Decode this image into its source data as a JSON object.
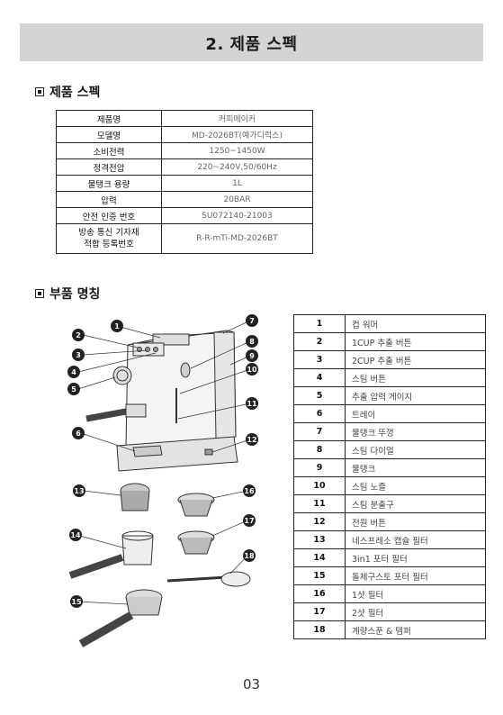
{
  "header": {
    "title": "2. 제품 스펙"
  },
  "spec_section": {
    "title": "제품 스펙"
  },
  "spec_rows": [
    {
      "label": "제품명",
      "value": "커피메이커"
    },
    {
      "label": "모델명",
      "value": "MD-2026BT(예가디럭스)"
    },
    {
      "label": "소비전력",
      "value": "1250~1450W"
    },
    {
      "label": "정격전압",
      "value": "220~240V,50/60Hz"
    },
    {
      "label": "물탱크 용량",
      "value": "1L"
    },
    {
      "label": "압력",
      "value": "20BAR"
    },
    {
      "label": "안전 인증 번호",
      "value": "SU072140-21003"
    },
    {
      "label_line1": "방송 통신 기자재",
      "label_line2": "적합 등록번호",
      "value": "R-R-mTi-MD-2026BT"
    }
  ],
  "parts_section": {
    "title": "부품 명칭"
  },
  "parts": [
    {
      "no": "1",
      "name": "컵 워머"
    },
    {
      "no": "2",
      "name": "1CUP 추출 버튼"
    },
    {
      "no": "3",
      "name": "2CUP 추출 버튼"
    },
    {
      "no": "4",
      "name": "스팀 버튼"
    },
    {
      "no": "5",
      "name": "추출 압력 게이지"
    },
    {
      "no": "6",
      "name": "트레이"
    },
    {
      "no": "7",
      "name": "물탱크 뚜껑"
    },
    {
      "no": "8",
      "name": "스팀 다이얼"
    },
    {
      "no": "9",
      "name": "물탱크"
    },
    {
      "no": "10",
      "name": "스팀 노즐"
    },
    {
      "no": "11",
      "name": "스팀 분출구"
    },
    {
      "no": "12",
      "name": "전원 버튼"
    },
    {
      "no": "13",
      "name": "네스프레소 캡슐 필터"
    },
    {
      "no": "14",
      "name": "3in1 포터 필터"
    },
    {
      "no": "15",
      "name": "돌체구스토 포터 필터"
    },
    {
      "no": "16",
      "name": "1샷 필터"
    },
    {
      "no": "17",
      "name": "2샷 필터"
    },
    {
      "no": "18",
      "name": "계량스푼 & 템퍼"
    }
  ],
  "diagram": {
    "callouts": [
      "1",
      "2",
      "3",
      "4",
      "5",
      "6",
      "7",
      "8",
      "9",
      "10",
      "11",
      "12",
      "13",
      "14",
      "15",
      "16",
      "17",
      "18"
    ]
  },
  "footer": {
    "page_number": "03"
  }
}
